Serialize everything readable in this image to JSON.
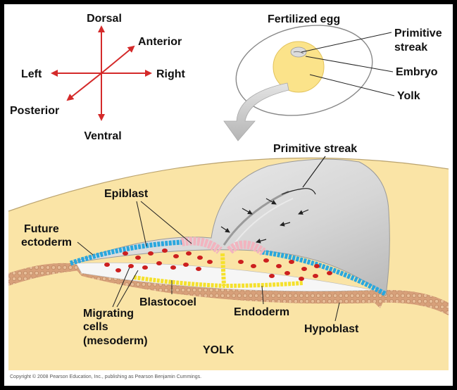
{
  "compass": {
    "dorsal": "Dorsal",
    "ventral": "Ventral",
    "left": "Left",
    "right": "Right",
    "anterior": "Anterior",
    "posterior": "Posterior"
  },
  "egg": {
    "title": "Fertilized egg",
    "primitive_streak_line1": "Primitive",
    "primitive_streak_line2": "streak",
    "embryo": "Embryo",
    "yolk": "Yolk"
  },
  "section": {
    "primitive_streak": "Primitive streak",
    "epiblast": "Epiblast",
    "future_ectoderm_line1": "Future",
    "future_ectoderm_line2": "ectoderm",
    "blastocoel": "Blastocoel",
    "migrating_line1": "Migrating",
    "migrating_line2": "cells",
    "migrating_line3": "(mesoderm)",
    "endoderm": "Endoderm",
    "hypoblast": "Hypoblast",
    "yolk": "YOLK"
  },
  "copyright": "Copyright © 2008 Pearson Education, Inc., publishing as Pearson Benjamin Cummings.",
  "colors": {
    "yolk": "#fae4a6",
    "arrow_red": "#d42a2a",
    "ectoderm_blue": "#2aa7de",
    "endoderm_yellow": "#f5e12c",
    "hypoblast_tan": "#d9a47c",
    "mesoderm_red": "#cc1f1f",
    "epiblast_pink": "#f2b4bf"
  }
}
